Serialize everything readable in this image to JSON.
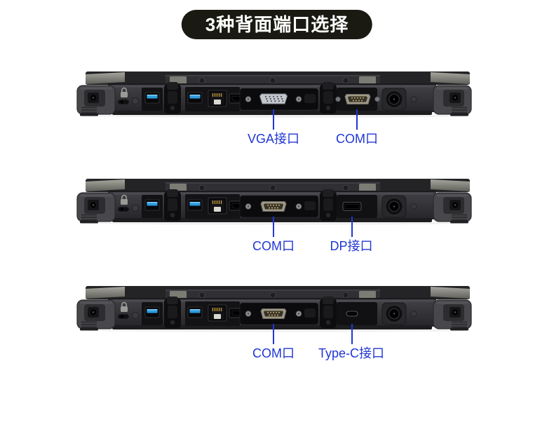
{
  "title": {
    "text": "3种背面端口选择"
  },
  "colors": {
    "accent_blue": "#2136d4",
    "title_bg": "#1a1a12",
    "title_text": "#ffffff",
    "page_bg": "#ffffff"
  },
  "rows": [
    {
      "variant": "VGA + COM",
      "middle_port": "VGA",
      "right_port": "COM",
      "labels": [
        {
          "text": "VGA接口"
        },
        {
          "text": "COM口"
        }
      ]
    },
    {
      "variant": "COM + DP",
      "middle_port": "COM",
      "right_port": "DP",
      "labels": [
        {
          "text": "COM口"
        },
        {
          "text": "DP接口"
        }
      ]
    },
    {
      "variant": "COM + Type-C",
      "middle_port": "COM",
      "right_port": "Type-C",
      "labels": [
        {
          "text": "COM口"
        },
        {
          "text": "Type-C接口"
        }
      ]
    }
  ]
}
